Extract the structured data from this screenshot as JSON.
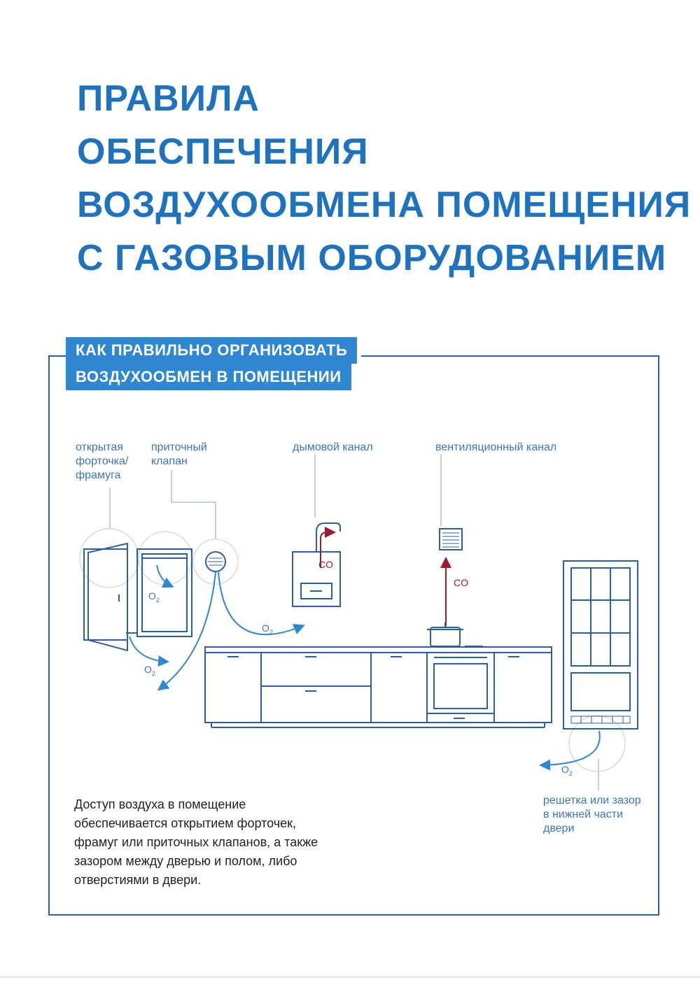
{
  "title": {
    "lines": [
      "ПРАВИЛА",
      "ОБЕСПЕЧЕНИЯ",
      "ВОЗДУХООБМЕНА ПОМЕЩЕНИЯ",
      "С ГАЗОВЫМ ОБОРУДОВАНИЕМ"
    ]
  },
  "section": {
    "heading_lines": [
      "КАК ПРАВИЛЬНО ОРГАНИЗОВАТЬ",
      "ВОЗДУХООБМЕН В ПОМЕЩЕНИИ"
    ]
  },
  "labels": {
    "open_window": [
      "открытая",
      "форточка/",
      "фрамуга"
    ],
    "supply_valve": [
      "приточный",
      "клапан"
    ],
    "flue_channel": "дымовой канал",
    "ventilation_channel": "вентиляционный канал",
    "door_grille": [
      "решетка или зазор",
      "в нижней части",
      "двери"
    ],
    "co": "CO",
    "o2": "O",
    "o2_sub": "2"
  },
  "description": {
    "lines": [
      "Доступ воздуха в помещение",
      "обеспечивается открытием форточек,",
      "фрамуг или приточных клапанов, а также",
      "зазором между дверью и полом, либо",
      "отверстиями в двери."
    ]
  },
  "colors": {
    "title": "#1f72bd",
    "heading_bg": "#2f86d1",
    "line": "#2a5fa8",
    "co_arrow": "#9b1b30"
  }
}
